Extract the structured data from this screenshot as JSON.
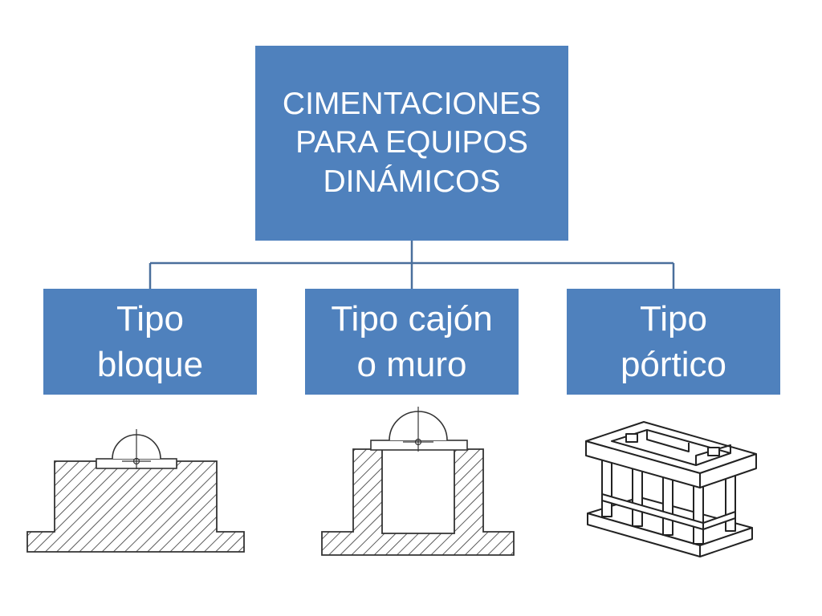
{
  "root": {
    "label": "CIMENTACIONES\nPARA EQUIPOS\nDINÁMICOS"
  },
  "children": [
    {
      "label": "Tipo\nbloque"
    },
    {
      "label": "Tipo cajón\no muro"
    },
    {
      "label": "Tipo\npórtico"
    }
  ],
  "colors": {
    "box_fill": "#4f81bd",
    "box_text": "#ffffff",
    "connector": "#4a6f9c",
    "drawing": "#333333"
  }
}
